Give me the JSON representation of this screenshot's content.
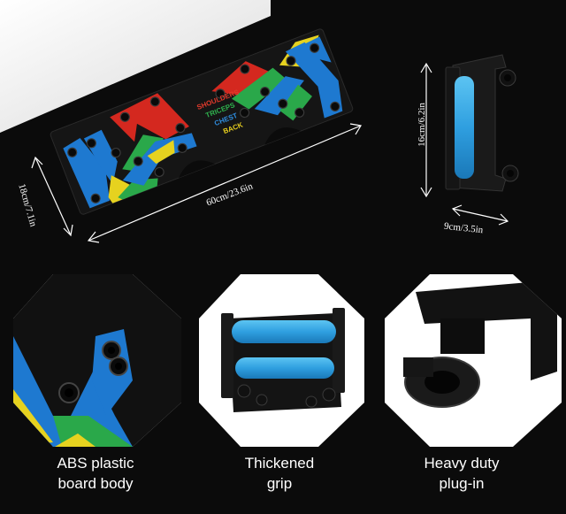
{
  "board_labels": {
    "shoulders": "SHOULDERS",
    "triceps": "TRICEPS",
    "chest": "CHEST",
    "back": "BACK"
  },
  "dimensions": {
    "length": "60cm/23.6in",
    "depth": "18cm/7.1in",
    "height": "16cm/6.2in",
    "width": "9cm/3.5in"
  },
  "features": [
    {
      "line1": "ABS plastic",
      "line2": "board body",
      "icon": "board-closeup-icon"
    },
    {
      "line1": "Thickened",
      "line2": "grip",
      "icon": "grip-handles-icon"
    },
    {
      "line1": "Heavy duty",
      "line2": "plug-in",
      "icon": "plug-in-icon"
    }
  ],
  "colors": {
    "board": "#161616",
    "blue": "#1e79d0",
    "red": "#d4281f",
    "green": "#2aa84a",
    "yellow": "#e6d21f",
    "grip_blue": "#3aa8e6",
    "label_red": "#e23a2c",
    "label_green": "#2fb24e",
    "label_blue": "#2f8ee0",
    "label_yellow": "#e8cf1e"
  }
}
